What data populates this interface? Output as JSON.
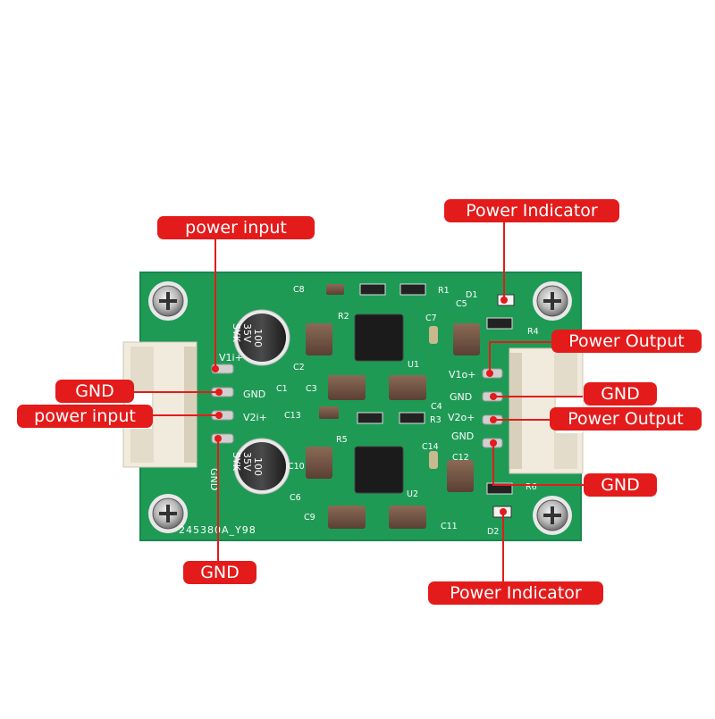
{
  "labels": {
    "power_input_top": "power input",
    "power_indicator_top": "Power Indicator",
    "gnd_left": "GND",
    "power_input_left": "power input",
    "power_output_1": "Power Output",
    "gnd_right_1": "GND",
    "power_output_2": "Power Output",
    "gnd_right_2": "GND",
    "gnd_bottom": "GND",
    "power_indicator_bottom": "Power Indicator"
  },
  "silkscreen": {
    "board_id": "245380A_Y98",
    "v1i": "V1i+",
    "gnd_a": "GND",
    "v2i": "V2i+",
    "gnd_b": "GND",
    "v1o": "V1o+",
    "gnd_c": "GND",
    "v2o": "V2o+",
    "gnd_d": "GND",
    "c8": "C8",
    "c5": "C5",
    "c7": "C7",
    "c2": "C2",
    "c1": "C1",
    "c3": "C3",
    "c4": "C4",
    "c13": "C13",
    "c10": "C10",
    "c14": "C14",
    "c12": "C12",
    "c9": "C9",
    "c11": "C11",
    "c6": "C6",
    "r1": "R1",
    "r2": "R2",
    "r3": "R3",
    "r4": "R4",
    "r5": "R5",
    "r6": "R6",
    "d1": "D1",
    "d2": "D2",
    "u1": "U1",
    "u2": "U2"
  },
  "capacitor_marking": {
    "line1": "100",
    "line2": "35V",
    "line3": "SYK"
  },
  "colors": {
    "label_bg": "#e31b1b",
    "label_text": "#ffffff",
    "pcb": "#1f9a55",
    "connector": "#f1ebde",
    "callout_line": "#e31b1b"
  }
}
